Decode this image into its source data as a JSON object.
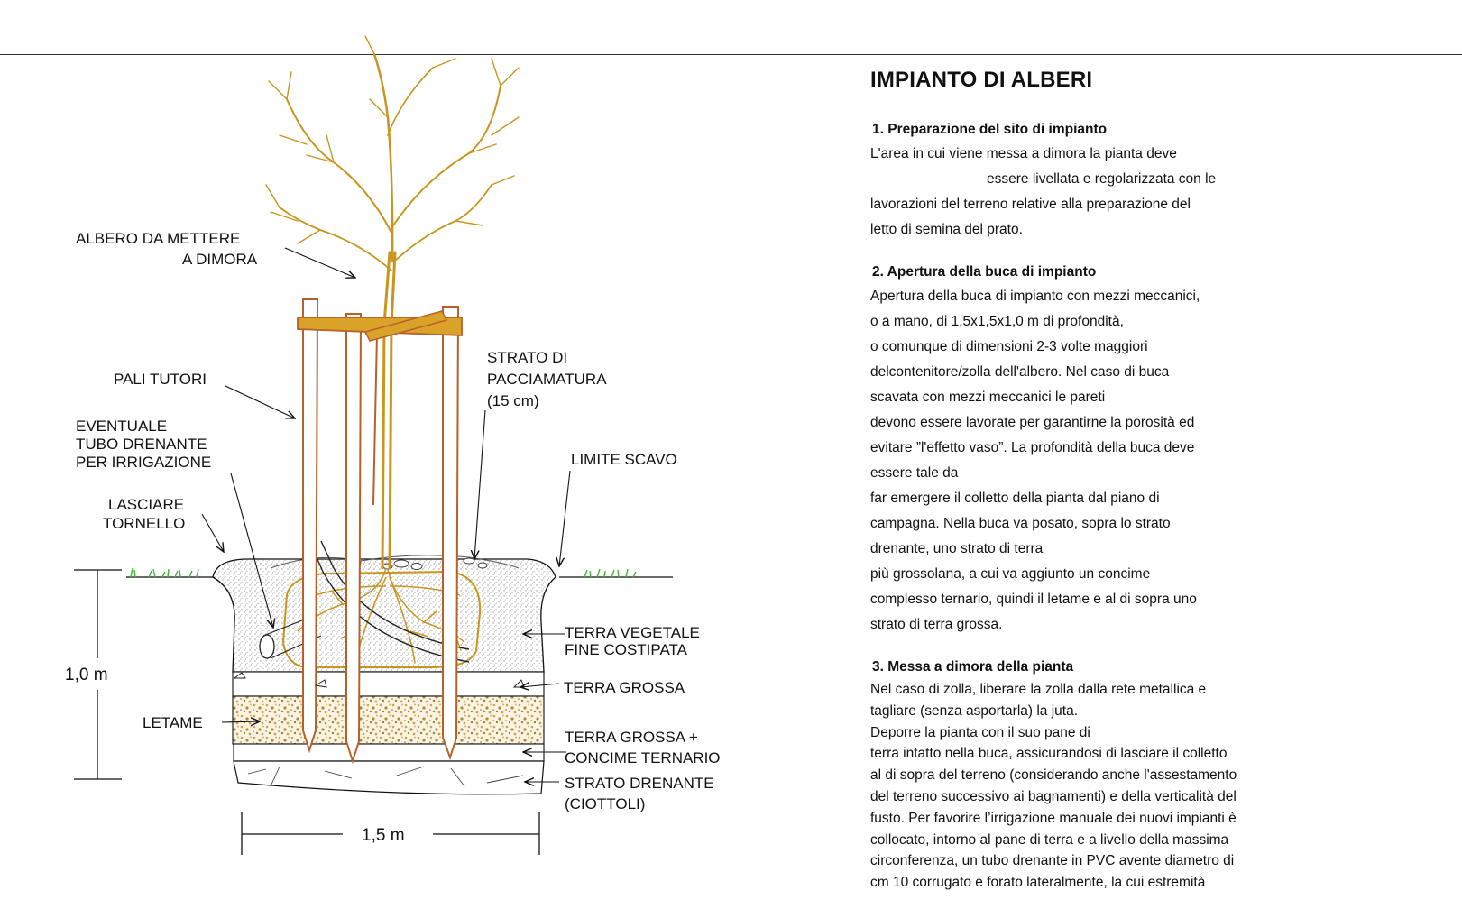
{
  "title": "IMPIANTO DI ALBERI",
  "sections": [
    {
      "heading": "1. Preparazione del sito di impianto",
      "lines": [
        "L'area in cui viene messa a dimora la pianta deve",
        "essere livellata e regolarizzata con le",
        "lavorazioni del terreno relative alla preparazione del",
        "letto di semina del prato."
      ]
    },
    {
      "heading": "2. Apertura della buca di impianto",
      "lines": [
        "Apertura della buca di impianto con mezzi meccanici,",
        "o a mano, di 1,5x1,5x1,0 m di profondità,",
        "o comunque di dimensioni 2-3 volte maggiori",
        "delcontenitore/zolla dell'albero. Nel caso di buca",
        "scavata con mezzi meccanici le pareti",
        "devono essere lavorate per garantirne la porosità ed",
        "evitare ”l'effetto vaso”. La profondità della buca deve",
        "essere tale da",
        "far emergere il colletto della pianta dal piano di",
        "campagna. Nella buca va posato, sopra lo strato",
        "drenante, uno strato di terra",
        "più grossolana, a cui va aggiunto un concime",
        "complesso ternario, quindi il letame e al di sopra uno",
        "strato di terra grossa."
      ]
    },
    {
      "heading": "3. Messa a dimora della pianta",
      "lines": [
        "Nel caso di zolla, liberare la zolla dalla rete metallica e",
        "tagliare (senza asportarla) la juta.",
        "Deporre la pianta con il suo pane di",
        "terra intatto nella buca, assicurandosi di lasciare il colletto",
        "al di sopra del terreno (considerando anche l'assestamento",
        "del terreno successivo ai bagnamenti) e della verticalità del",
        "fusto. Per favorire l’irrigazione manuale dei nuovi impianti è",
        "collocato, intorno al pane di terra e a livello della massima",
        "circonferenza, un tubo drenante in PVC avente diametro di",
        "cm 10 corrugato e forato lateralmente, la cui estremità"
      ]
    }
  ],
  "diagram": {
    "labels": {
      "albero_1": "ALBERO DA METTERE",
      "albero_2": "A DIMORA",
      "pali": "PALI TUTORI",
      "tubo_1": "EVENTUALE",
      "tubo_2": "TUBO DRENANTE",
      "tubo_3": "PER IRRIGAZIONE",
      "tornello_1": "LASCIARE",
      "tornello_2": "TORNELLO",
      "letame": "LETAME",
      "pacciam_1": "STRATO DI",
      "pacciam_2": "PACCIAMATURA",
      "pacciam_3": "(15 cm)",
      "limite": "LIMITE SCAVO",
      "terra_veg_1": "TERRA VEGETALE",
      "terra_veg_2": "FINE COSTIPATA",
      "terra_grossa": "TERRA GROSSA",
      "concime_1": "TERRA GROSSA +",
      "concime_2": "CONCIME TERNARIO",
      "drenante_1": "STRATO DRENANTE",
      "drenante_2": "(CIOTTOLI)",
      "depth": "1,0 m",
      "width": "1,5 m"
    },
    "colors": {
      "tree": "#c8961e",
      "stake": "#b8602a",
      "crossbar": "#dba22a",
      "grass": "#3cb82e",
      "soil_dots": "#9a9a9a",
      "manure": "#c9a55a"
    }
  }
}
